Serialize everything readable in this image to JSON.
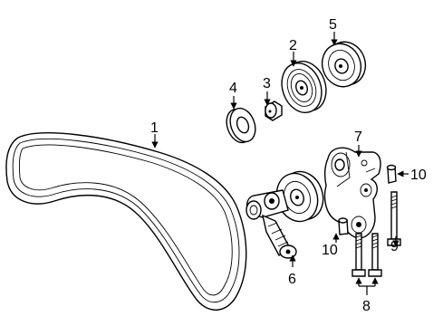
{
  "diagram": {
    "callouts": [
      "1",
      "2",
      "3",
      "4",
      "5",
      "6",
      "7",
      "8",
      "9",
      "10",
      "10"
    ]
  }
}
